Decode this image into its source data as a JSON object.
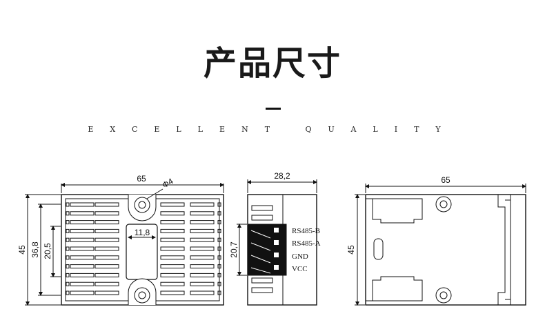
{
  "header": {
    "title": "产品尺寸",
    "tagline": "EXCELLENT QUALITY"
  },
  "front_view": {
    "width_dim": "65",
    "height_dim_outer": "45",
    "height_dim_mid": "36,8",
    "height_dim_inner": "20,5",
    "window_dim": "11,8",
    "hole_dim": "Φ4"
  },
  "side_view": {
    "width_dim": "28,2",
    "height_dim": "20,7",
    "pins": [
      "RS485-B",
      "RS485-A",
      "GND",
      "VCC"
    ]
  },
  "back_view": {
    "width_dim": "65",
    "height_dim": "45"
  }
}
